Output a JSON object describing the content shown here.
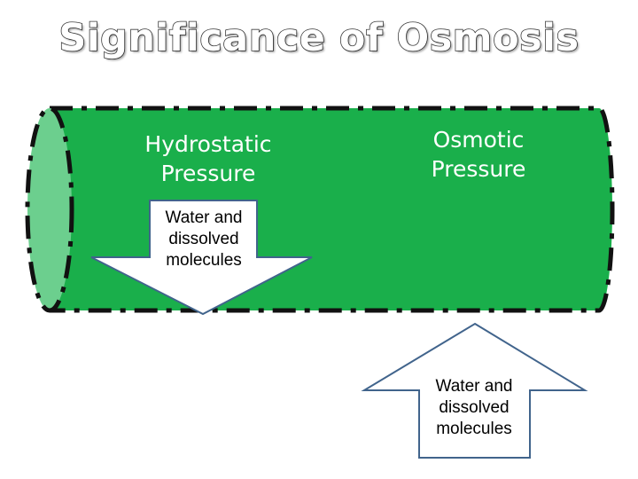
{
  "title": "Significance of Osmosis",
  "labels": {
    "hydrostatic": "Hydrostatic\nPressure",
    "osmotic": "Osmotic\nPressure"
  },
  "arrows": {
    "down_text": "Water and\ndissolved\nmolecules",
    "up_text": "Water and\ndissolved\nmolecules"
  },
  "colors": {
    "vessel_body": "#1aaf4b",
    "vessel_end": "#6ccf8e",
    "vessel_outline": "#111111",
    "arrow_fill": "#ffffff",
    "arrow_stroke": "#41648c"
  }
}
